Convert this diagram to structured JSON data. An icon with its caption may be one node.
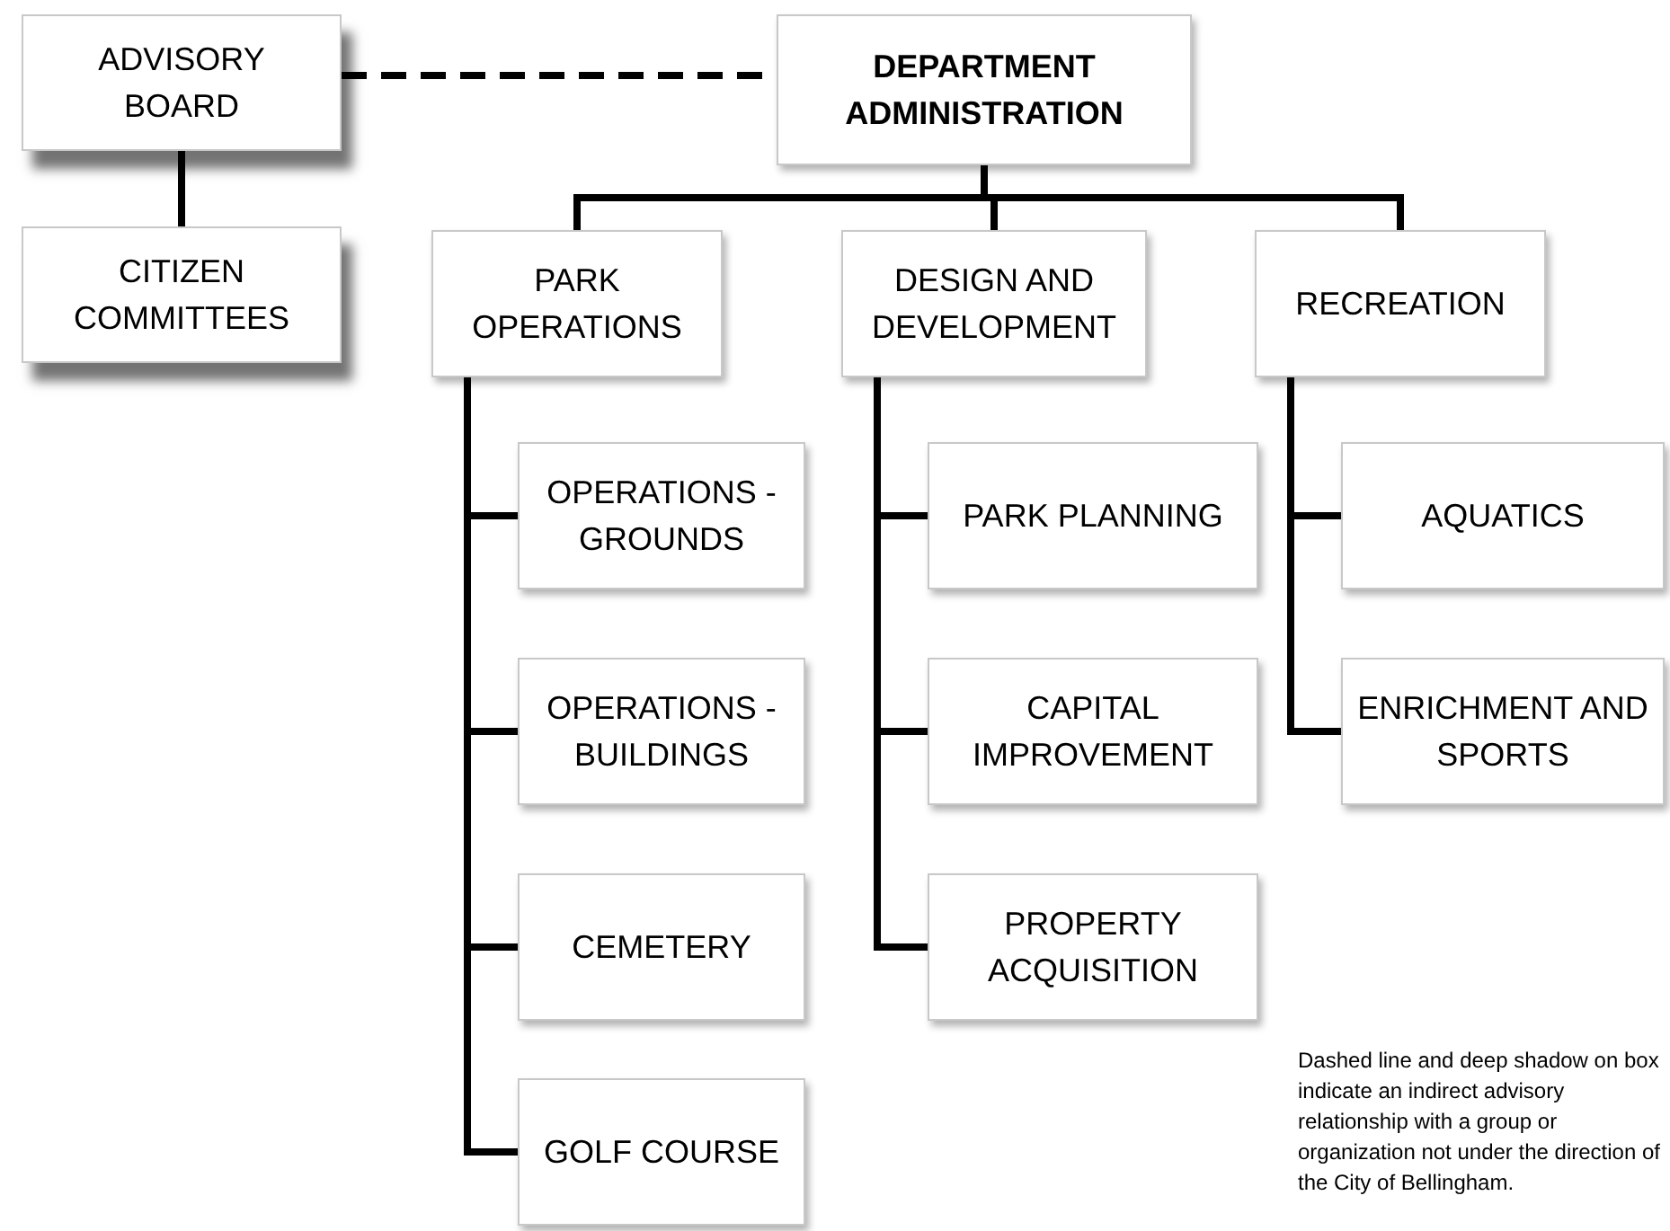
{
  "diagram": {
    "nodes": [
      {
        "text": [
          "ADVISORY BOARD"
        ]
      },
      {
        "text": [
          "CITIZEN COMMITTEES"
        ]
      },
      {
        "text": [
          "DEPARTMENT ADMINISTRATION"
        ]
      },
      {
        "text": [
          "PARK OPERATIONS"
        ]
      },
      {
        "text": [
          "DESIGN AND DEVELOPMENT"
        ]
      },
      {
        "text": [
          "RECREATION"
        ]
      },
      {
        "text": [
          "OPERATIONS - GROUNDS"
        ]
      },
      {
        "text": [
          "OPERATIONS - BUILDINGS"
        ]
      },
      {
        "text": [
          "CEMETERY"
        ]
      },
      {
        "text": [
          "GOLF COURSE"
        ]
      },
      {
        "text": [
          "PARK PLANNING"
        ]
      },
      {
        "text": [
          "CAPITAL IMPROVEMENT"
        ]
      },
      {
        "text": [
          "PROPERTY ACQUISITION"
        ]
      },
      {
        "text": [
          "AQUATICS"
        ]
      },
      {
        "text": [
          "ENRICHMENT AND SPORTS"
        ]
      }
    ],
    "edges": [
      {
        "from": 0,
        "to": 2,
        "arrow": "none",
        "style": "dashed"
      },
      {
        "from": 0,
        "to": 1,
        "arrow": "none"
      },
      {
        "from": 2,
        "to": 3,
        "arrow": "none"
      },
      {
        "from": 2,
        "to": 4,
        "arrow": "none"
      },
      {
        "from": 2,
        "to": 5,
        "arrow": "none"
      },
      {
        "from": 3,
        "to": 6,
        "arrow": "none"
      },
      {
        "from": 3,
        "to": 7,
        "arrow": "none"
      },
      {
        "from": 3,
        "to": 8,
        "arrow": "none"
      },
      {
        "from": 3,
        "to": 9,
        "arrow": "none"
      },
      {
        "from": 4,
        "to": 10,
        "arrow": "none"
      },
      {
        "from": 4,
        "to": 11,
        "arrow": "none"
      },
      {
        "from": 4,
        "to": 12,
        "arrow": "none"
      },
      {
        "from": 5,
        "to": 13,
        "arrow": "none"
      },
      {
        "from": 5,
        "to": 14,
        "arrow": "none"
      }
    ],
    "labels": [
      "Dashed line and deep shadow on box indicate an indirect advisory relationship with a group or organization not under the direction of the City of Bellingham."
    ]
  }
}
